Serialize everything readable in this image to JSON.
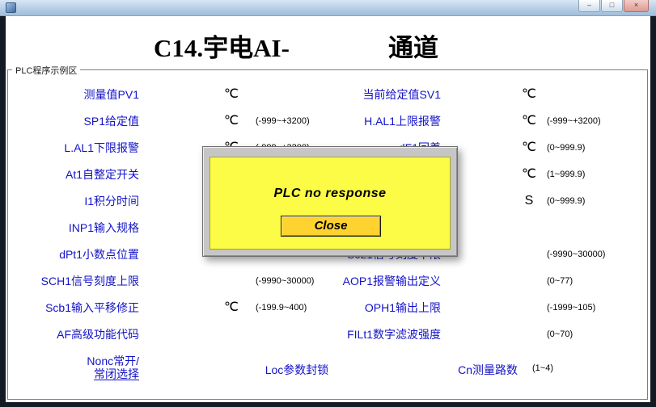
{
  "window": {
    "title": "",
    "controls": {
      "minimize": "–",
      "maximize": "□",
      "close": "×"
    }
  },
  "header": {
    "title_left": "C14.宇电AI-",
    "title_right": "通道"
  },
  "groupbox": {
    "legend": "PLC程序示例区"
  },
  "rows": [
    {
      "left_label": "测量值PV1",
      "left_unit": "℃",
      "left_range": "",
      "mid_label": "当前给定值SV1",
      "right_unit": "℃",
      "right_range": ""
    },
    {
      "left_label": "SP1给定值",
      "left_unit": "℃",
      "left_range": "(-999~+3200)",
      "mid_label": "H.AL1上限报警",
      "right_unit": "℃",
      "right_range": "(-999~+3200)"
    },
    {
      "left_label": "L.AL1下限报警",
      "left_unit": "℃",
      "left_range": "(-999~+3200)",
      "mid_label": "dF1回差",
      "right_unit": "℃",
      "right_range": "(0~999.9)"
    },
    {
      "left_label": "At1自整定开关",
      "left_unit": "",
      "left_range": "",
      "mid_label": "",
      "right_unit": "℃",
      "right_range": "(1~999.9)"
    },
    {
      "left_label": "I1积分时间",
      "left_unit": "",
      "left_range": "",
      "mid_label": "",
      "right_unit": "S",
      "right_range": "(0~999.9)"
    },
    {
      "left_label": "INP1输入规格",
      "left_unit": "",
      "left_range": "",
      "mid_label": "",
      "right_unit": "",
      "right_range": ""
    },
    {
      "left_label": "dPt1小数点位置",
      "left_unit": "",
      "left_range": "",
      "mid_label": "ScL1信号刻度下限",
      "right_unit": "",
      "right_range": "(-9990~30000)"
    },
    {
      "left_label": "SCH1信号刻度上限",
      "left_unit": "",
      "left_range": "(-9990~30000)",
      "mid_label": "AOP1报警输出定义",
      "right_unit": "",
      "right_range": "(0~77)"
    },
    {
      "left_label": "Scb1输入平移修正",
      "left_unit": "℃",
      "left_range": "(-199.9~400)",
      "mid_label": "OPH1输出上限",
      "right_unit": "",
      "right_range": "(-1999~105)"
    },
    {
      "left_label": "AF高级功能代码",
      "left_unit": "",
      "left_range": "",
      "mid_label": "FILt1数字滤波强度",
      "right_unit": "",
      "right_range": "(0~70)"
    }
  ],
  "bottom_row": {
    "left_label_line1": "Nonc常开/",
    "left_label_line2": "常闭选择",
    "center_label": "Loc参数封锁",
    "right_label": "Cn测量路数",
    "right_range": "(1~4)"
  },
  "dialog": {
    "message": "PLC no response",
    "close_button": "Close"
  },
  "colors": {
    "label_blue": "#1313c8",
    "dialog_yellow": "#fcfc46",
    "button_yellow": "#ffd32f",
    "titlebar_blue": "#aec8e2"
  }
}
